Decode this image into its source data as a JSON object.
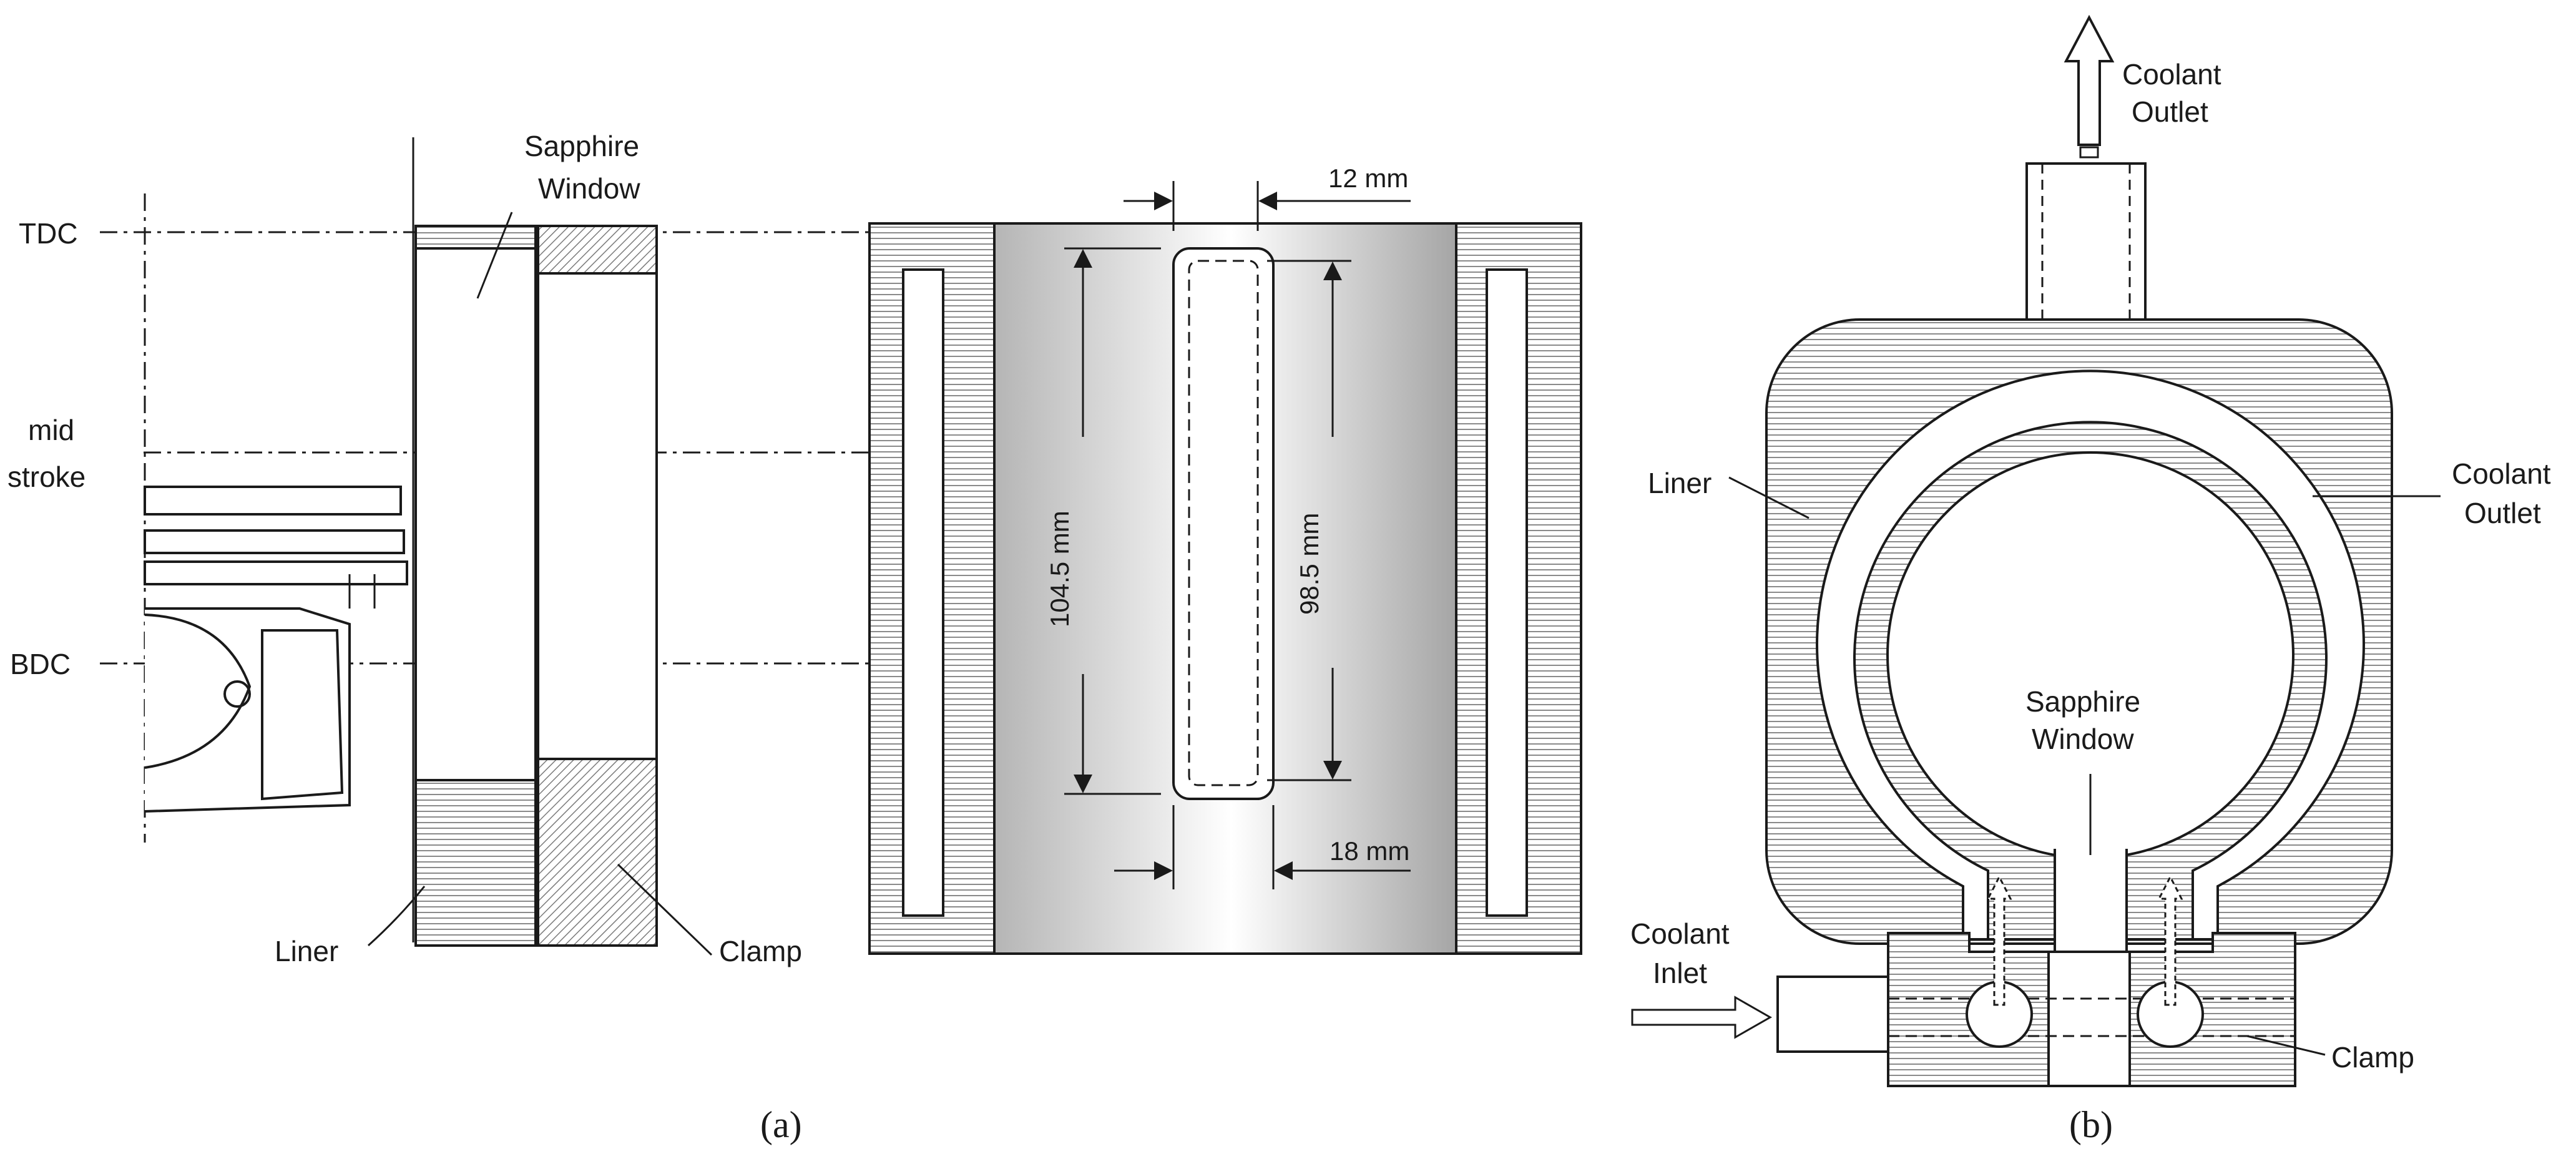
{
  "panel_a": {
    "caption": "(a)",
    "labels": {
      "tdc": "TDC",
      "mid1": "mid",
      "mid2": "stroke",
      "bdc": "BDC",
      "sapphire1": "Sapphire",
      "sapphire2": "Window",
      "liner": "Liner",
      "clamp": "Clamp"
    },
    "dimensions": {
      "top_width": "12 mm",
      "bottom_width": "18 mm",
      "outer_height": "104.5 mm",
      "inner_height": "98.5 mm"
    }
  },
  "panel_b": {
    "caption": "(b)",
    "labels": {
      "coolant_outlet_top1": "Coolant",
      "coolant_outlet_top2": "Outlet",
      "liner": "Liner",
      "coolant_outlet_right1": "Coolant",
      "coolant_outlet_right2": "Outlet",
      "sapphire1": "Sapphire",
      "sapphire2": "Window",
      "coolant_inlet1": "Coolant",
      "coolant_inlet2": "Inlet",
      "clamp": "Clamp"
    }
  },
  "colors": {
    "line": "#1a1a1a",
    "hatch": "#8a8a8a",
    "shade": "#a9a9a9"
  }
}
